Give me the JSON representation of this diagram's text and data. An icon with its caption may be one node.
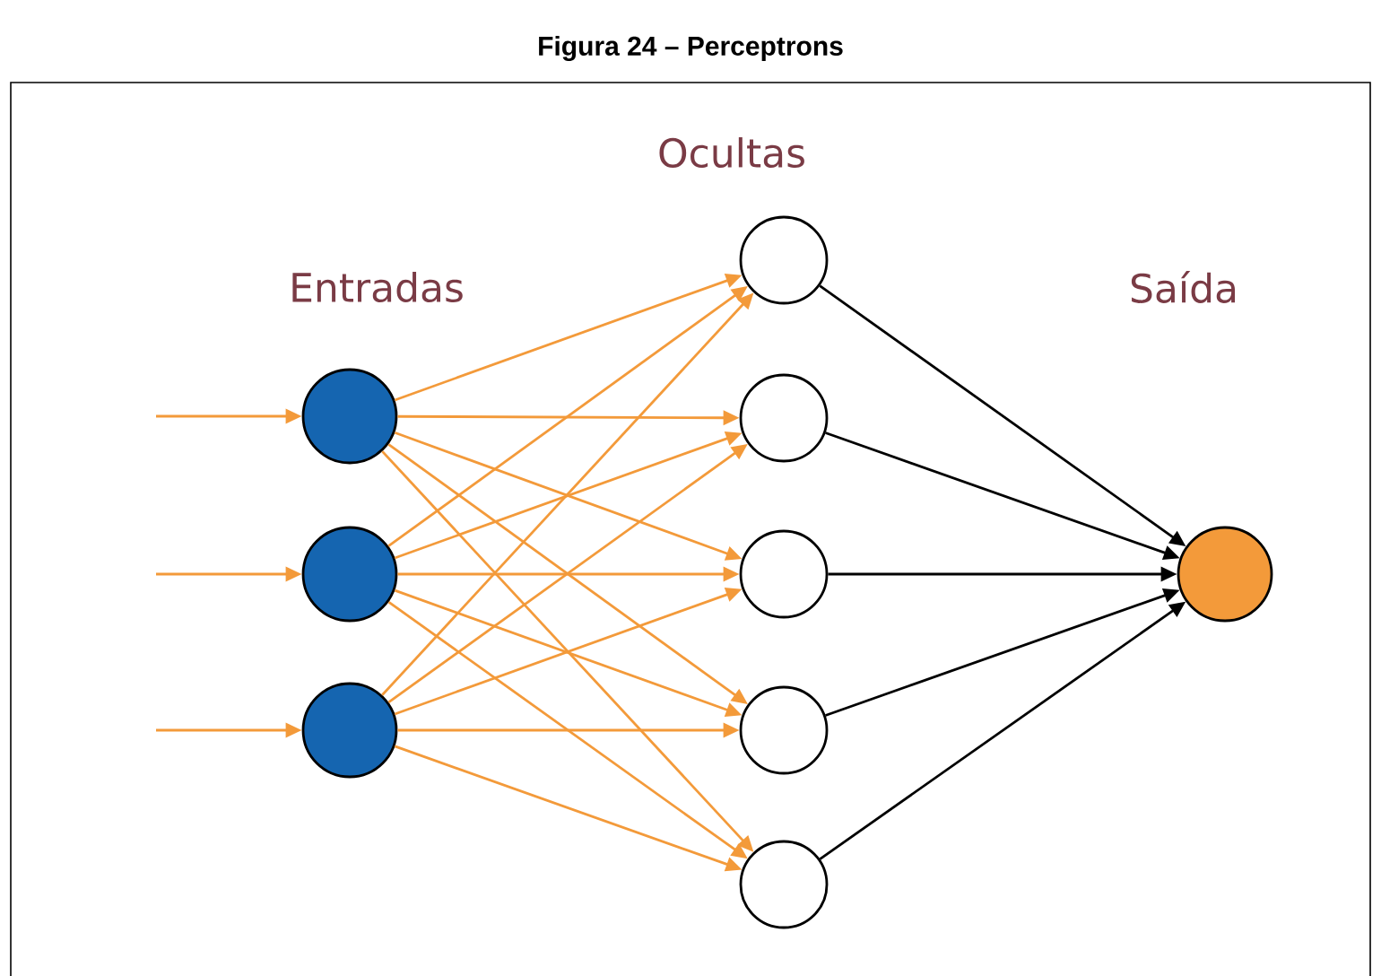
{
  "diagram": {
    "title": "Figura 24 – Perceptrons",
    "nodes": [
      {
        "text": [],
        "shape": "circle"
      },
      {
        "text": [],
        "shape": "circle"
      },
      {
        "text": [],
        "shape": "circle"
      },
      {
        "text": [],
        "shape": "circle"
      },
      {
        "text": [],
        "shape": "circle"
      },
      {
        "text": [],
        "shape": "circle"
      },
      {
        "text": [],
        "shape": "circle"
      },
      {
        "text": [],
        "shape": "circle"
      },
      {
        "text": [],
        "shape": "circle"
      }
    ],
    "edges": [
      {
        "from": null,
        "to": 0,
        "arrow": "to"
      },
      {
        "from": null,
        "to": 1,
        "arrow": "to"
      },
      {
        "from": null,
        "to": 2,
        "arrow": "to"
      },
      {
        "from": 0,
        "to": 3,
        "arrow": "to"
      },
      {
        "from": 0,
        "to": 4,
        "arrow": "to"
      },
      {
        "from": 0,
        "to": 5,
        "arrow": "to"
      },
      {
        "from": 0,
        "to": 6,
        "arrow": "to"
      },
      {
        "from": 0,
        "to": 7,
        "arrow": "to"
      },
      {
        "from": 1,
        "to": 3,
        "arrow": "to"
      },
      {
        "from": 1,
        "to": 4,
        "arrow": "to"
      },
      {
        "from": 1,
        "to": 5,
        "arrow": "to"
      },
      {
        "from": 1,
        "to": 6,
        "arrow": "to"
      },
      {
        "from": 1,
        "to": 7,
        "arrow": "to"
      },
      {
        "from": 2,
        "to": 3,
        "arrow": "to"
      },
      {
        "from": 2,
        "to": 4,
        "arrow": "to"
      },
      {
        "from": 2,
        "to": 5,
        "arrow": "to"
      },
      {
        "from": 2,
        "to": 6,
        "arrow": "to"
      },
      {
        "from": 2,
        "to": 7,
        "arrow": "to"
      },
      {
        "from": 3,
        "to": 8,
        "arrow": "to",
        "color": "#000000"
      },
      {
        "from": 4,
        "to": 8,
        "arrow": "to",
        "color": "#000000"
      },
      {
        "from": 5,
        "to": 8,
        "arrow": "to",
        "color": "#000000"
      },
      {
        "from": 6,
        "to": 8,
        "arrow": "to",
        "color": "#000000"
      },
      {
        "from": 7,
        "to": 8,
        "arrow": "to",
        "color": "#000000"
      }
    ],
    "labels": [
      "Ocultas",
      "Entradas",
      "Saída"
    ]
  }
}
